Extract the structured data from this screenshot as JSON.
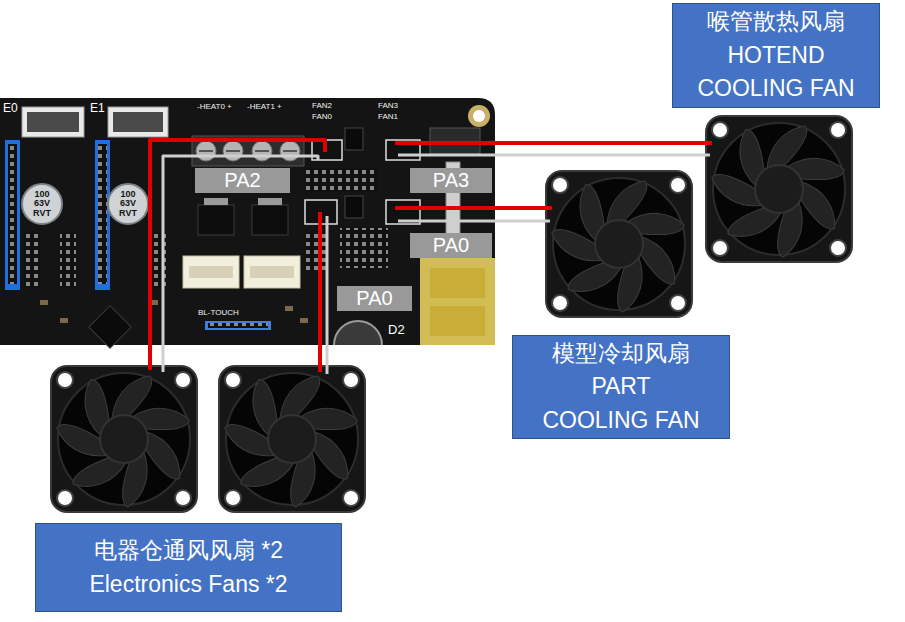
{
  "diagram": {
    "nodes": [
      {
        "text": [
          "喉管散热风扇",
          "HOTEND COOLING FAN"
        ]
      },
      {
        "text": [
          "模型冷却风扇",
          "PART COOLING FAN"
        ]
      },
      {
        "text": [
          "电器仓通风风扇 *2",
          "Electronics Fans *2"
        ]
      }
    ],
    "labels": [
      "E0",
      "E1",
      "100 63V RVT",
      "100 63V RVT",
      "-HEAT0 +",
      "-HEAT1 +",
      "FAN2",
      "FAN0",
      "FAN3",
      "FAN1",
      "PA2",
      "PA3",
      "PA0",
      "PA0",
      "BL-TOUCH",
      "D2"
    ]
  }
}
